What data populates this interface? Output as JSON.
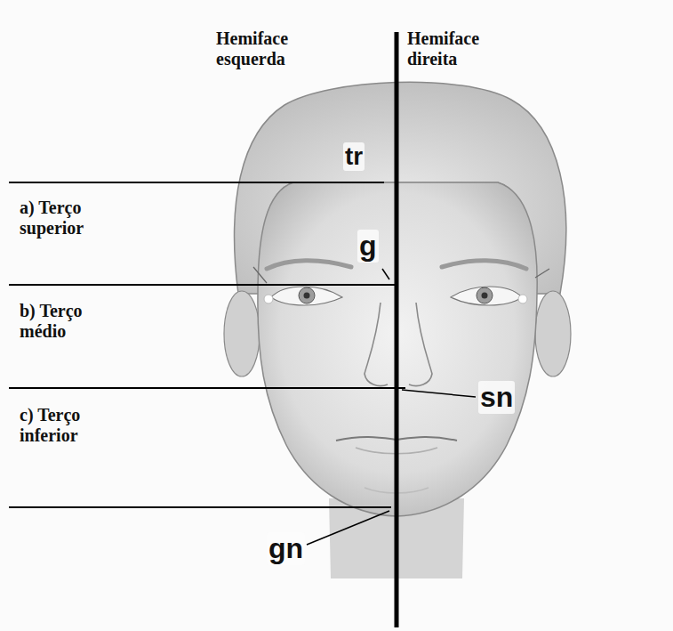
{
  "diagram": {
    "labels": [
      "Hemiface esquerda",
      "Hemiface direita",
      "tr",
      "a) Terço superior",
      "g",
      "b) Terço médio",
      "sn",
      "c) Terço inferior",
      "gn"
    ]
  }
}
